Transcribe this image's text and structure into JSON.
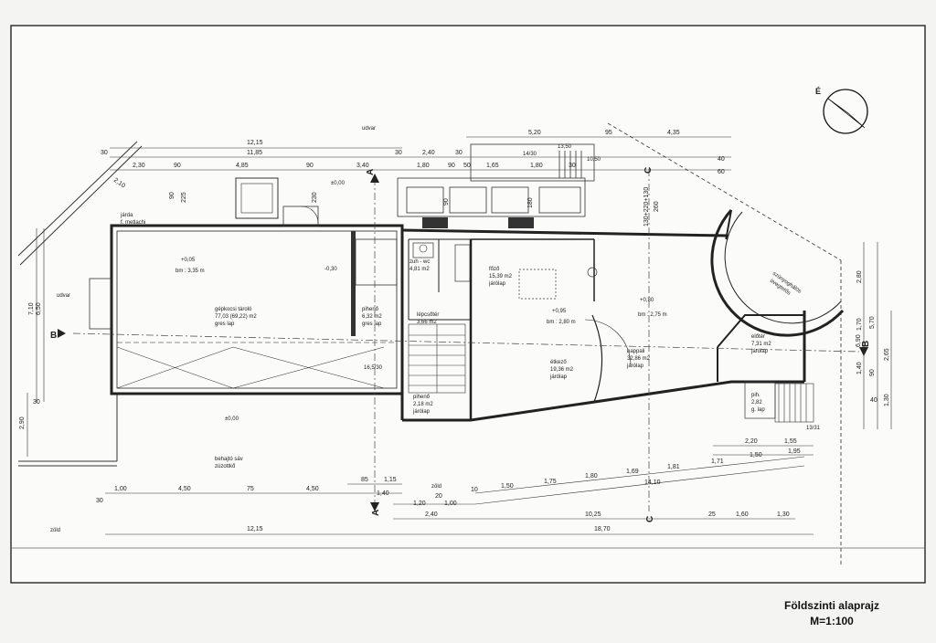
{
  "drawing": {
    "title": "Földszinti alaprajz",
    "scale": "M=1:100"
  },
  "labels": {
    "udvar_top": "udvar",
    "udvar_left": "udvar",
    "zold_bottom_left": "zöld",
    "zold_bottom_mid": "zöld",
    "jarda": "járda",
    "metlachi": "f. metlachi",
    "behajto": "behajtó sáv",
    "behajto_sub": "zúzottkő",
    "szuresztolo": "szúnyoghálós",
    "szuresztolo2": "üvegtetős"
  },
  "sections": {
    "A_top": "A",
    "A_bottom": "A",
    "B_left": "B",
    "B_right": "B",
    "C_top": "C",
    "C_bottom": "C"
  },
  "rooms": {
    "garage_name": "gépkocsi tároló",
    "garage_area": "77,03 (69,22) m2",
    "garage_floor": "gres lap",
    "garage_level": "+0,05",
    "garage_height": "bm : 3,35 m",
    "wc_name": "zuh - wc",
    "wc_area": "4,81 m2",
    "kitchen_name": "főző",
    "kitchen_area": "15,39 m2",
    "kitchen_floor": "járólap",
    "pantry_name": "pihenő",
    "pantry_area": "6,32 m2",
    "pantry_floor": "gres lap",
    "stair_name": "lépcsőtér",
    "stair_area": "3,66 m2",
    "dining_level": "+0,95",
    "dining_height": "bm : 2,80 m",
    "dining_name": "étkező",
    "dining_area": "19,36 m2",
    "dining_floor": "járólap",
    "living_level": "+0,80",
    "living_height": "bm : 2,75 m",
    "living_name": "nappali",
    "living_area": "32,86 m2",
    "living_floor": "járólap",
    "hall_name": "előtér",
    "hall_area": "7,31 m2",
    "hall_floor": "járólap",
    "landing_name": "pihenő",
    "landing_area": "2,18 m2",
    "landing_floor": "járólap",
    "porch_name": "pih.",
    "porch_area": "2,82",
    "porch_floor": "g. lap",
    "stair_ratio_left": "16,5/30",
    "stair_ratio_mid": "14/30",
    "stair_ratio_right": "13/31",
    "stair_ratio_top": "13,50",
    "stair_ratio_top2": "10,50",
    "level_zero_top": "±0,00",
    "level_zero_bottom": "±0,00",
    "level_garage_out": "-0,30"
  },
  "dims_top": {
    "overall": "12,15",
    "inner": "11,85",
    "seg1": "2,30",
    "seg2": "90",
    "seg3": "4,85",
    "seg4": "90",
    "seg5": "3,40",
    "right_520": "5,20",
    "right_95": "95",
    "right_435": "4,35",
    "r_240": "2,40",
    "r_30a": "30",
    "r_180a": "1,80",
    "r_90a": "90",
    "r_50": "50",
    "r_165": "1,65",
    "r_180b": "1,80",
    "r_30b": "30",
    "r_40": "40",
    "r_60": "60",
    "r_30c": "30",
    "r_30d": "30",
    "v_90": "90",
    "v_225": "225",
    "v_230": "230",
    "v_90b": "90",
    "v_180": "180",
    "v_130": "130+220+130",
    "v_260": "260",
    "d_210": "2,10"
  },
  "dims_bottom": {
    "b_100": "1,00",
    "b_450a": "4,50",
    "b_75": "75",
    "b_450b": "4,50",
    "b_85": "85",
    "b_115": "1,15",
    "b_140": "1,40",
    "b_120": "1,20",
    "b_20": "20",
    "b_100b": "1,00",
    "b_240": "2,40",
    "b_1025": "10,25",
    "b_25": "25",
    "b_160": "1,60",
    "b_130": "1,30",
    "b_30s": "30",
    "b_1215": "12,15",
    "b_1870": "18,70",
    "d_150": "1,50",
    "d_175": "1,75",
    "d_180": "1,80",
    "d_169": "1,69",
    "d_181": "1,81",
    "d_171": "1,71",
    "d_1410": "14,10",
    "d_220": "2,20",
    "d_155": "1,55",
    "d_150b": "1,50",
    "d_195": "1,95",
    "d_10": "10"
  },
  "dims_side": {
    "l_710": "7,10",
    "l_650": "6,50",
    "l_290": "2,90",
    "l_30": "30",
    "r_690": "6,90",
    "r_570": "5,70",
    "r_280": "2,80",
    "r_170": "1,70",
    "r_140": "1,40",
    "r_265": "2,65",
    "r_130": "1,30",
    "r_90": "90",
    "r_40": "40"
  }
}
